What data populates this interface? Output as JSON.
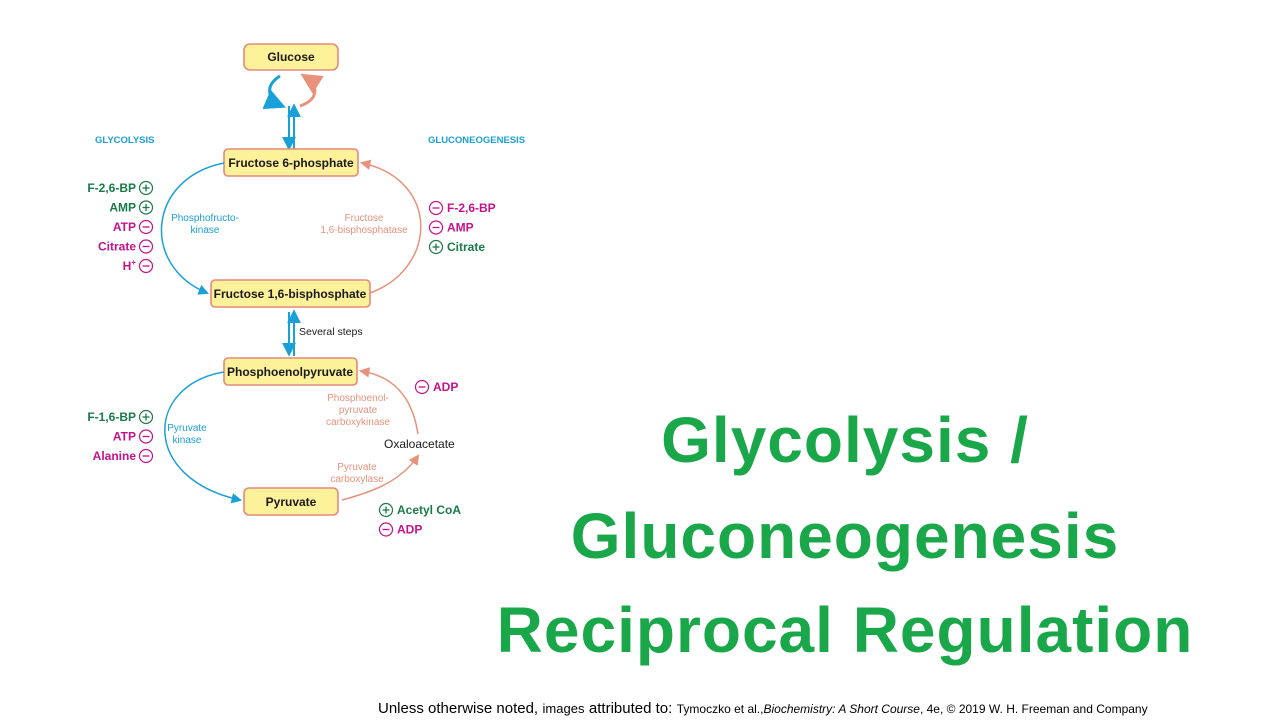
{
  "diagram": {
    "sections": {
      "left": "GLYCOLYSIS",
      "right": "GLUCONEOGENESIS"
    },
    "nodes": {
      "glucose": "Glucose",
      "f6p": "Fructose 6-phosphate",
      "f16bp": "Fructose 1,6-bisphosphate",
      "pep": "Phosphoenolpyruvate",
      "pyruvate": "Pyruvate",
      "oxaloacetate": "Oxaloacetate"
    },
    "steps_label": "Several steps",
    "enzymes": {
      "pfk": [
        "Phosphofructo-",
        "kinase"
      ],
      "fbpase": [
        "Fructose",
        "1,6-bisphosphatase"
      ],
      "pk": [
        "Pyruvate",
        "kinase"
      ],
      "pepck": [
        "Phosphoenol-",
        "pyruvate",
        "carboxykinase"
      ],
      "pc": [
        "Pyruvate",
        "carboxylase"
      ]
    },
    "regulators": {
      "pfk": [
        {
          "name": "F-2,6-BP",
          "sign": "+"
        },
        {
          "name": "AMP",
          "sign": "+"
        },
        {
          "name": "ATP",
          "sign": "−"
        },
        {
          "name": "Citrate",
          "sign": "−"
        },
        {
          "name": "H",
          "sup": "+",
          "sign": "−"
        }
      ],
      "fbpase": [
        {
          "name": "F-2,6-BP",
          "sign": "−"
        },
        {
          "name": "AMP",
          "sign": "−"
        },
        {
          "name": "Citrate",
          "sign": "+"
        }
      ],
      "pk": [
        {
          "name": "F-1,6-BP",
          "sign": "+"
        },
        {
          "name": "ATP",
          "sign": "−"
        },
        {
          "name": "Alanine",
          "sign": "−"
        }
      ],
      "pepck": [
        {
          "name": "ADP",
          "sign": "−"
        }
      ],
      "pc": [
        {
          "name": "Acetyl CoA",
          "sign": "+"
        },
        {
          "name": "ADP",
          "sign": "−"
        }
      ]
    }
  },
  "title": {
    "line1": "Glycolysis /",
    "line2": "Gluconeogenesis",
    "line3": "Reciprocal Regulation"
  },
  "footer": {
    "part1": "Unless otherwise noted,",
    "part2": "images",
    "part3": "attributed to:",
    "authors": "Tymoczko et al.,",
    "book": "Biochemistry: A Short Course",
    "edition": ", 4e, © 2019 W. H. Freeman and Company"
  },
  "colors": {
    "title_green": "#19a74a",
    "glycolysis_blue": "#1aa0d8",
    "gluconeogenesis_salmon": "#e8927c",
    "activator_green": "#1a7a4a",
    "inhibitor_magenta": "#c4128c",
    "box_fill": "#fdf19a"
  }
}
